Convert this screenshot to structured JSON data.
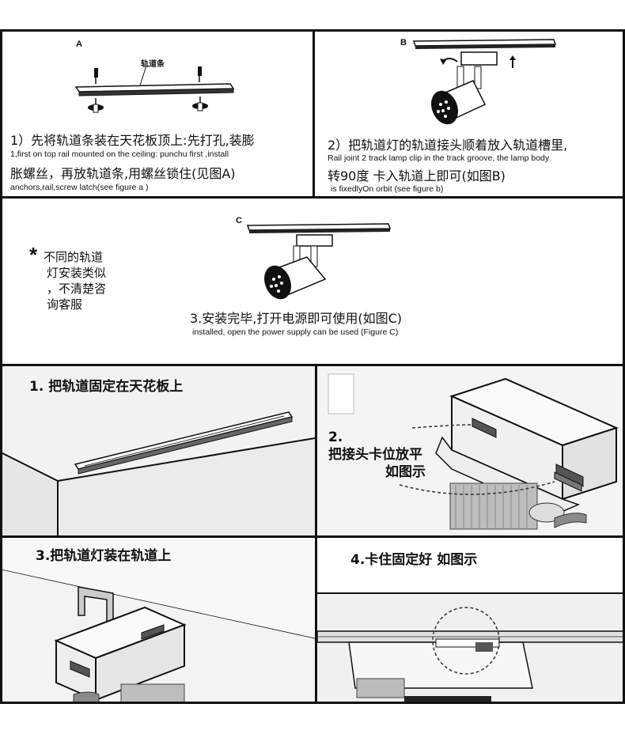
{
  "panel_a": {
    "letter": "A",
    "rail_label": "轨道条",
    "zh_line1": "1）先将轨道条装在天花板顶上:先打孔,装膨",
    "en_line1": "1,first on top rail mounted on the ceiling: punchu first ,install",
    "zh_line2": "胀螺丝，再放轨道条,用螺丝锁住(见图A)",
    "en_line2": "anchors,rail,screw latch(see figure a )"
  },
  "panel_b": {
    "letter": "B",
    "zh_line1": "2）把轨道灯的轨道接头顺着放入轨道槽里,",
    "en_line1": "Rail joint 2 track lamp clip in the track groove, the lamp body",
    "zh_line2": "转90度 卡入轨道上即可(如图B)",
    "en_line2": "is fixedlyOn orbit (see figure b)"
  },
  "panel_c": {
    "letter": "C",
    "note_star": "*",
    "note_lines": [
      "不同的轨道",
      "灯安装类似",
      "，不清楚咨",
      "询客服"
    ],
    "zh": "3.安装完毕,打开电源即可使用(如图C)",
    "en": "installed, open the power supply can be used (Figure C)"
  },
  "photo1": {
    "caption": "1. 把轨道固定在天花板上"
  },
  "photo2": {
    "num": "2.",
    "line1": "把接头卡位放平",
    "line2": "如图示"
  },
  "photo3": {
    "caption": "3.把轨道灯装在轨道上"
  },
  "photo4": {
    "caption": "4.卡住固定好  如图示"
  }
}
